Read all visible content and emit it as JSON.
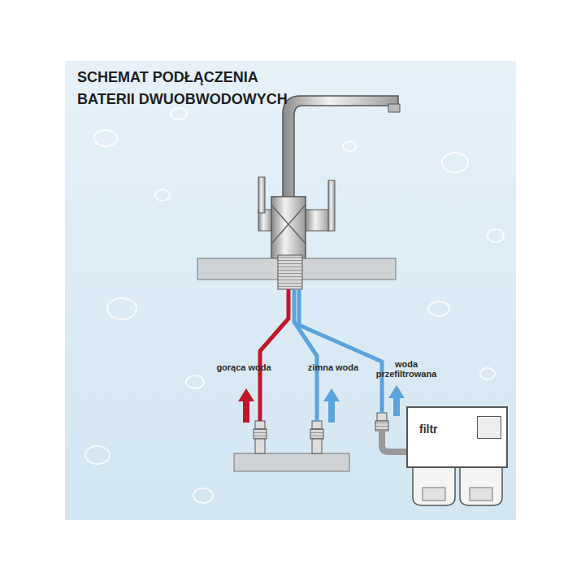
{
  "diagram": {
    "title": "SCHEMAT PODŁĄCZENIA BATERII DWUOBWODOWYCH",
    "nodes": [
      {
        "text": [
          "filtr"
        ]
      }
    ],
    "labels": [
      "gorąca woda",
      "zimna woda",
      "woda przefiltrowana"
    ]
  }
}
